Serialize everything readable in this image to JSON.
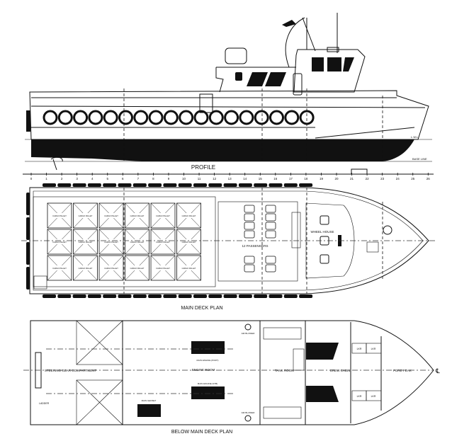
{
  "profile": {
    "title": "PROFILE",
    "lwl_label": "L.W.L.",
    "baseline_label": "BASE LINE",
    "fender_count": 18,
    "frames": [
      "0",
      "1",
      "2",
      "3",
      "4",
      "5",
      "6",
      "7",
      "8",
      "9",
      "10",
      "11",
      "12",
      "13",
      "14",
      "15",
      "16",
      "17",
      "18",
      "19",
      "20",
      "21",
      "22",
      "23",
      "24",
      "25",
      "26"
    ]
  },
  "main_deck": {
    "title": "MAIN DECK PLAN",
    "passengers_label": "12 PASSENGERS",
    "wheelhouse_label": "WHEEL HOUSE",
    "pallet_label": "CARGO PALLET",
    "pallet_rows": 3,
    "pallet_cols": 6
  },
  "below_deck": {
    "title": "BELOW MAIN DECK PLAN",
    "steering_label": "STEERING GEAR COMPARTMENT",
    "engine_room_label": "ENGINE ROOM",
    "tank_room_label": "TANK ROOM",
    "crew_cabin_label": "CREW CABIN",
    "fore_peak_label": "FORE PEAK",
    "main_engine_port": "MAIN ENGINE (PORT)",
    "main_engine_stb": "MAIN ENGINE (STB)",
    "genset_label": "MAIN GENSET",
    "air_blower_label": "AIR BLOWER",
    "ladder_label": "LADDER",
    "lkr_label": "LKR",
    "centerline_symbol": "℄"
  }
}
